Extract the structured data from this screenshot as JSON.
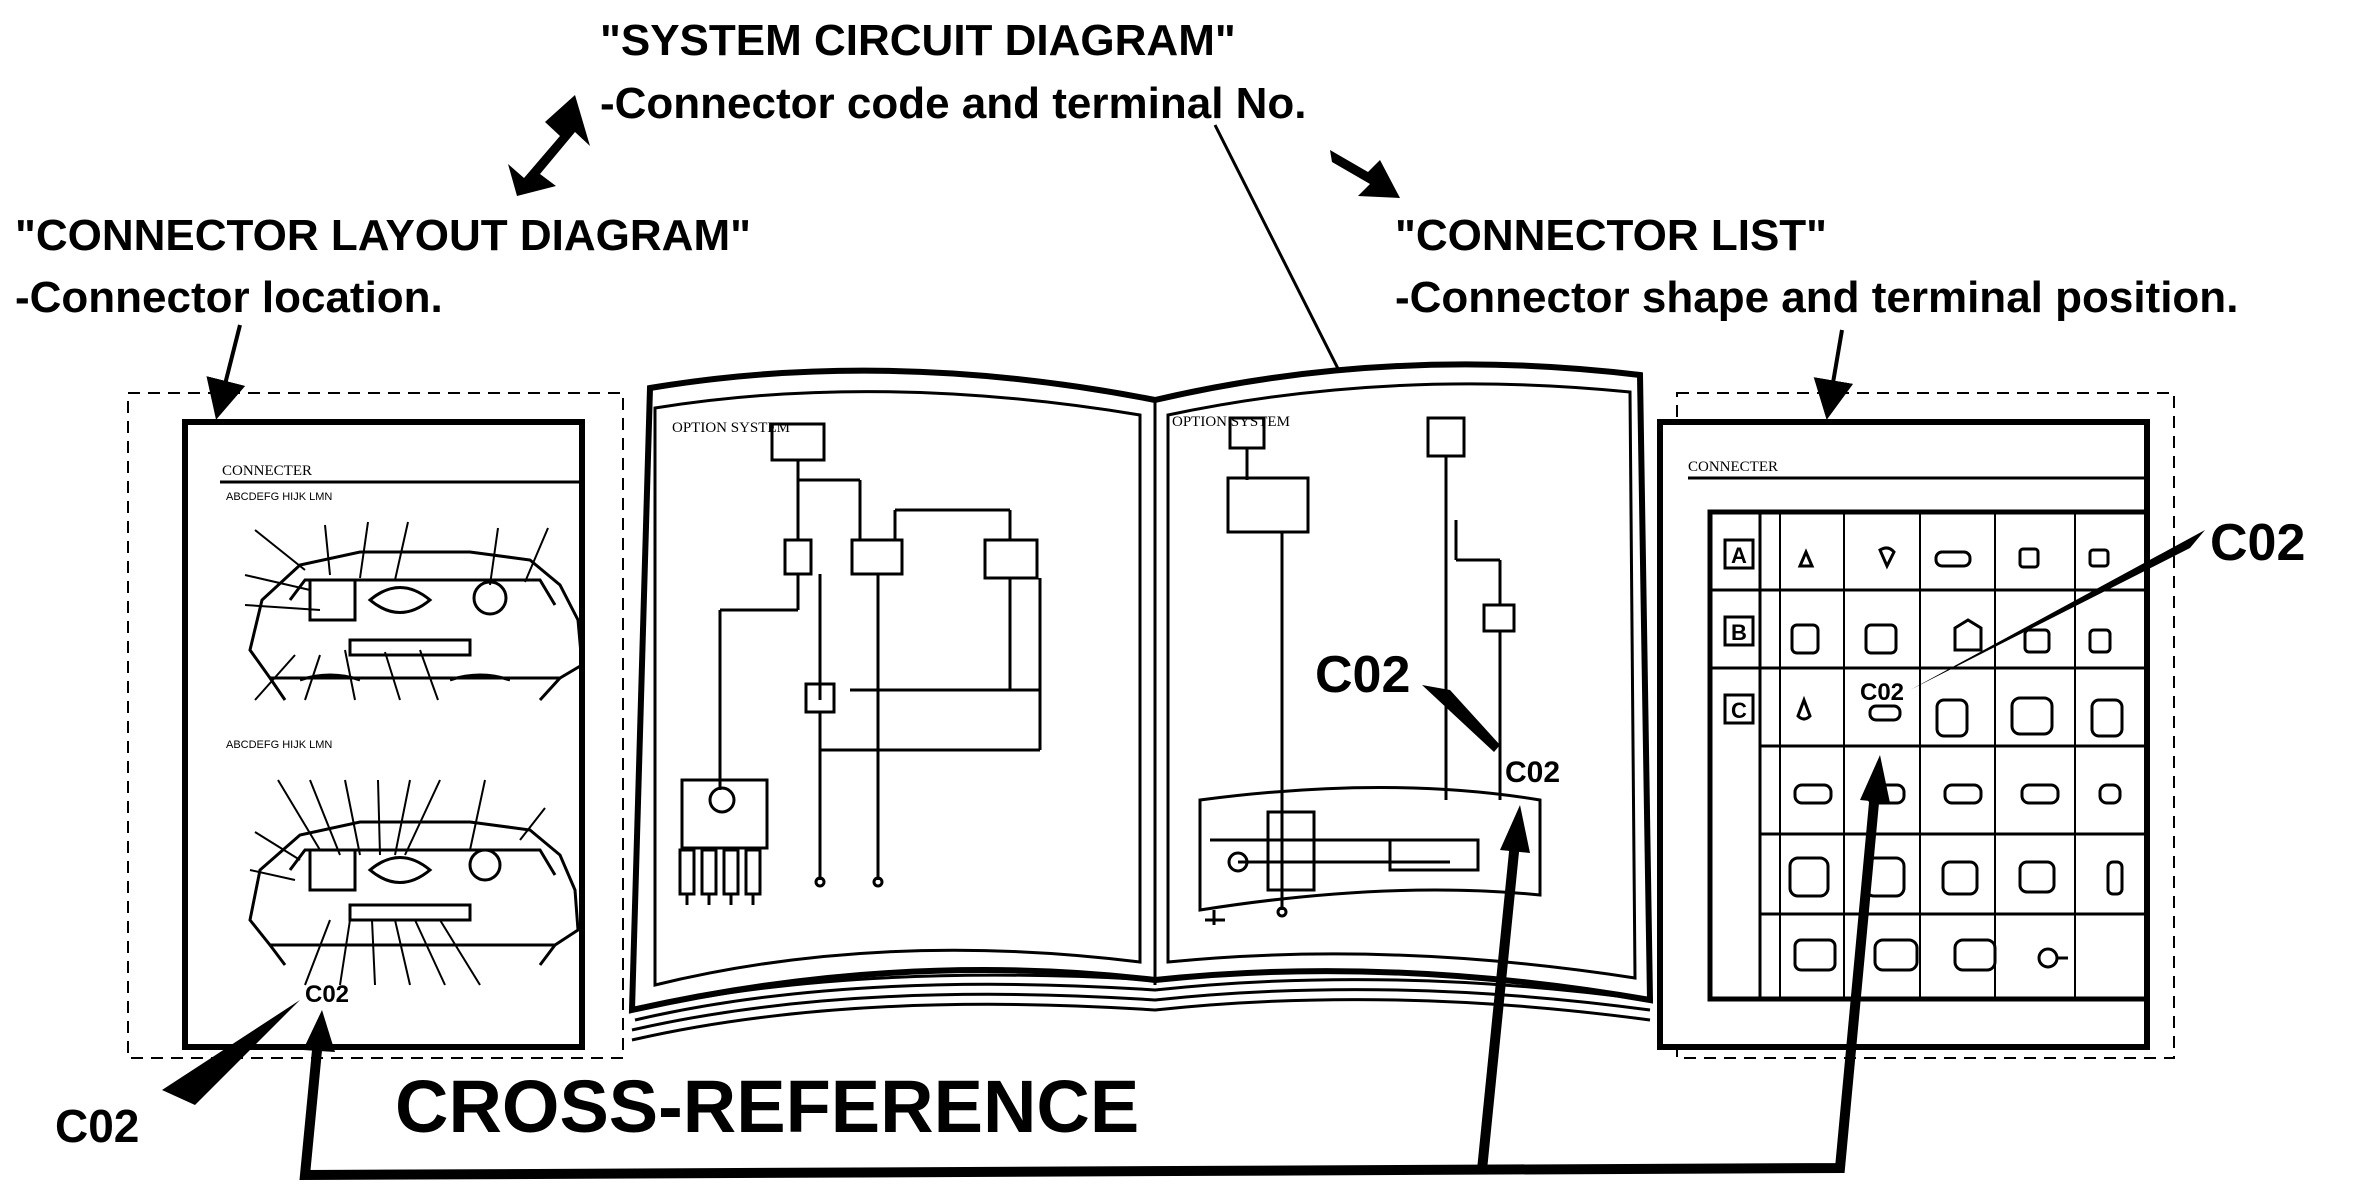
{
  "layout_diagram": {
    "title": "\"CONNECTOR  LAYOUT DIAGRAM\"",
    "subtitle": "-Connector location.",
    "page_heading": "CONNECTER",
    "view1_label": "ABCDEFG HIJK LMN",
    "view2_label": "ABCDEFG HIJK LMN",
    "connector_code": "C02",
    "callout_code": "C02"
  },
  "system_circuit": {
    "title": "\"SYSTEM CIRCUIT DIAGRAM\"",
    "subtitle": "-Connector code and terminal No.",
    "left_page_heading": "OPTION SYSTEM",
    "right_page_heading": "OPTION SYSTEM",
    "connector_code": "C02",
    "callout_code": "C02"
  },
  "connector_list": {
    "title": "\"CONNECTOR LIST\"",
    "subtitle": "-Connector shape and terminal position.",
    "page_heading": "CONNECTER",
    "row_labels": [
      "A",
      "B",
      "C"
    ],
    "connector_code": "C02",
    "callout_code": "C02"
  },
  "cross_reference": {
    "label": "CROSS-REFERENCE"
  }
}
